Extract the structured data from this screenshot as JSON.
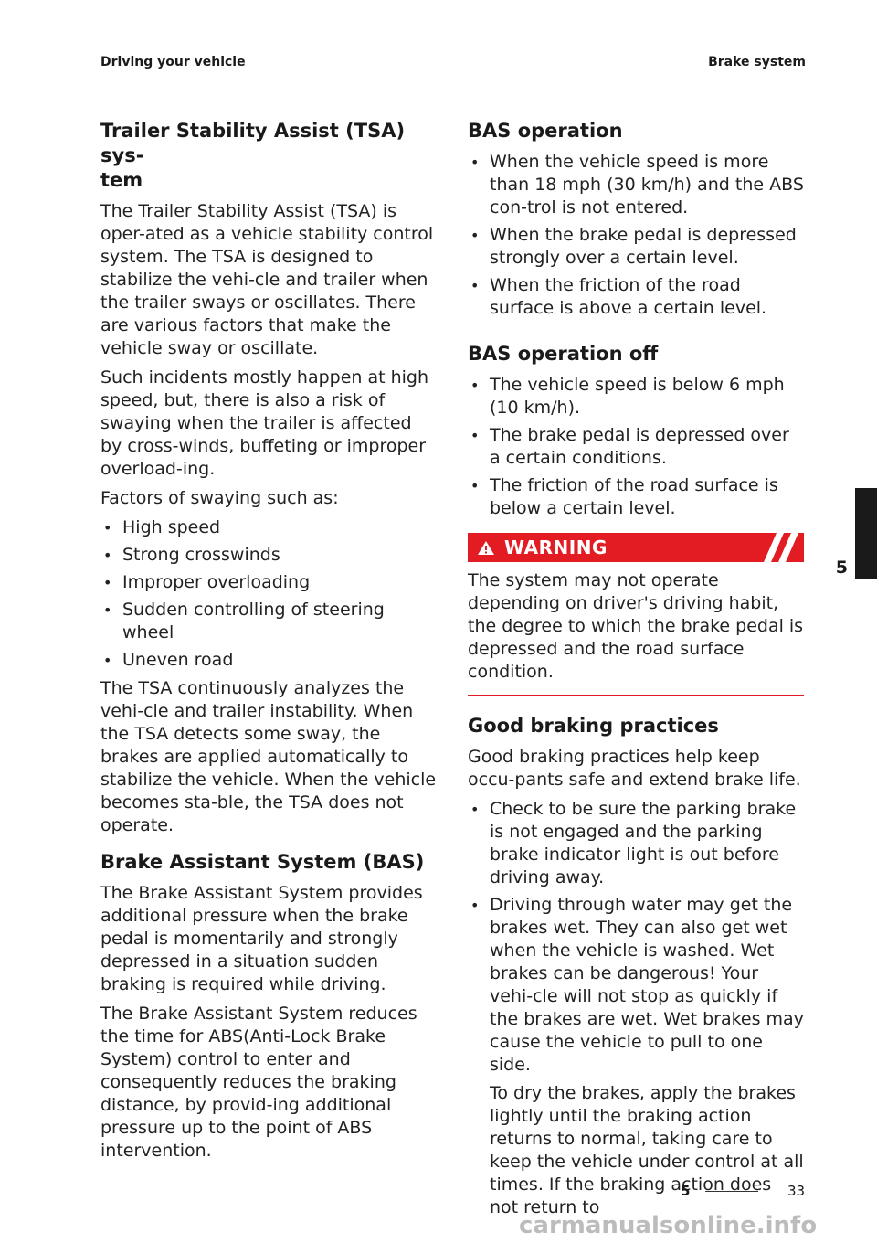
{
  "header": {
    "left": "Driving your vehicle",
    "right": "Brake system"
  },
  "left": {
    "tsa_title_line1": "Trailer Stability Assist (TSA) sys-",
    "tsa_title_line2": "tem",
    "tsa_p1": "The Trailer Stability Assist (TSA) is oper-ated as a vehicle stability control system. The TSA is designed to stabilize the vehi-cle and trailer when the trailer sways or oscillates. There are various factors that make the vehicle sway or oscillate.",
    "tsa_p2": "Such incidents mostly happen at high speed, but, there is also a risk of swaying when the trailer is affected by cross-winds, buffeting or improper overload-ing.",
    "tsa_p3": "Factors of swaying such as:",
    "tsa_factors": [
      "High speed",
      "Strong crosswinds",
      "Improper overloading",
      "Sudden controlling of steering wheel",
      "Uneven road"
    ],
    "tsa_p4": "The TSA continuously analyzes the vehi-cle and trailer instability. When the TSA detects some sway, the brakes are applied automatically to stabilize the vehicle. When the vehicle becomes sta-ble, the TSA does not operate.",
    "bas_title": "Brake Assistant System (BAS)",
    "bas_p1": "The Brake Assistant System provides additional pressure when the brake pedal is momentarily and strongly depressed in a situation sudden braking is required while driving.",
    "bas_p2": "The Brake Assistant System reduces the time for ABS(Anti-Lock Brake System) control to enter and consequently reduces the braking distance, by provid-ing additional pressure up to the point of ABS intervention."
  },
  "right": {
    "op_title": "BAS operation",
    "op_items": [
      "When the vehicle speed is more than 18 mph (30 km/h) and the ABS con-trol is not entered.",
      "When the brake pedal is depressed strongly over a certain level.",
      "When the friction of the road surface is above a certain level."
    ],
    "off_title": "BAS operation off",
    "off_items": [
      "The vehicle speed is below 6 mph (10 km/h).",
      "The brake pedal is depressed over a certain conditions.",
      "The friction of the road surface is below a certain level."
    ],
    "warning_title": "WARNING",
    "warning_text": "The system may not operate depending on driver's driving habit, the degree to which the brake pedal is depressed and the road surface condition.",
    "good_title": "Good braking practices",
    "good_p1": "Good braking practices help keep occu-pants safe and extend brake life.",
    "good_items": [
      "Check to be sure the parking brake is not engaged and the parking brake indicator light is out before driving away.",
      "Driving through water may get the brakes wet. They can also get wet when the vehicle is washed. Wet brakes can be dangerous! Your vehi-cle will not stop as quickly if the brakes are wet. Wet brakes may cause the vehicle to pull to one side."
    ],
    "good_sub": "To dry the brakes, apply the brakes lightly until the braking action returns to normal, taking care to keep the vehicle under control at all times. If the braking action does not return to"
  },
  "side_tab": "5",
  "footer": {
    "chapter": "5",
    "page": "33"
  },
  "watermark": "carmanualsonline.info",
  "colors": {
    "accent": "#e31b23",
    "text": "#1a1a1a"
  }
}
